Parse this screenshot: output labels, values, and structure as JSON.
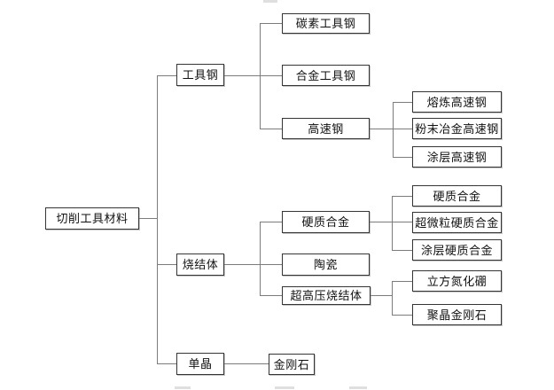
{
  "diagram": {
    "type": "tree",
    "root_label": "切削工具材料",
    "colors": {
      "background": "#ffffff",
      "box_border": "#353535",
      "connector": "#7c7c7c",
      "text": "#111111"
    },
    "nodes": [
      {
        "id": "root",
        "parent": null,
        "label": "切削工具材料"
      },
      {
        "id": "tool-steel",
        "parent": "root",
        "label": "工具钢"
      },
      {
        "id": "carbon-tool-steel",
        "parent": "tool-steel",
        "label": "碳素工具钢"
      },
      {
        "id": "alloy-tool-steel",
        "parent": "tool-steel",
        "label": "合金工具钢"
      },
      {
        "id": "high-speed-steel",
        "parent": "tool-steel",
        "label": "高速钢"
      },
      {
        "id": "melted-hss",
        "parent": "high-speed-steel",
        "label": "熔炼高速钢"
      },
      {
        "id": "pm-hss",
        "parent": "high-speed-steel",
        "label": "粉末冶金高速钢"
      },
      {
        "id": "coated-hss",
        "parent": "high-speed-steel",
        "label": "涂层高速钢"
      },
      {
        "id": "sintered-body",
        "parent": "root",
        "label": "烧结体"
      },
      {
        "id": "carbide-group",
        "parent": "sintered-body",
        "label": "硬质合金"
      },
      {
        "id": "carbide",
        "parent": "carbide-group",
        "label": "硬质合金"
      },
      {
        "id": "ultrafine-carbide",
        "parent": "carbide-group",
        "label": "超微粒硬质合金"
      },
      {
        "id": "coated-carbide",
        "parent": "carbide-group",
        "label": "涂层硬质合金"
      },
      {
        "id": "ceramic",
        "parent": "sintered-body",
        "label": "陶瓷"
      },
      {
        "id": "uhp-sintered",
        "parent": "sintered-body",
        "label": "超高压烧结体"
      },
      {
        "id": "cbn",
        "parent": "uhp-sintered",
        "label": "立方氮化硼"
      },
      {
        "id": "pcd",
        "parent": "uhp-sintered",
        "label": "聚晶金刚石"
      },
      {
        "id": "single-crystal",
        "parent": "root",
        "label": "单晶"
      },
      {
        "id": "diamond",
        "parent": "single-crystal",
        "label": "金刚石"
      }
    ]
  }
}
